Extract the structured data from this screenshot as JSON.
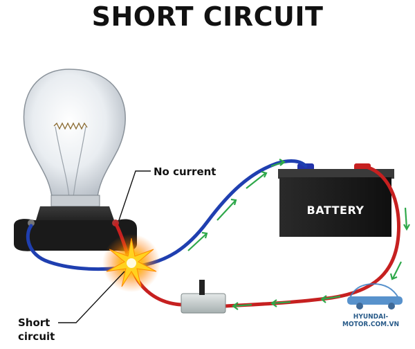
{
  "title": "SHORT CIRCUIT",
  "labels": {
    "no_current": "No current",
    "short": "Short",
    "circuit": "circuit",
    "battery": "BATTERY"
  },
  "watermark": {
    "site": "HYUNDAI-MOTOR.COM.VN"
  },
  "colors": {
    "negative_wire": "#1f3fb0",
    "positive_wire": "#c62020",
    "current_arrow": "#2ea84a",
    "spark": "#ffb300",
    "battery_body": "#1c1c1c"
  }
}
